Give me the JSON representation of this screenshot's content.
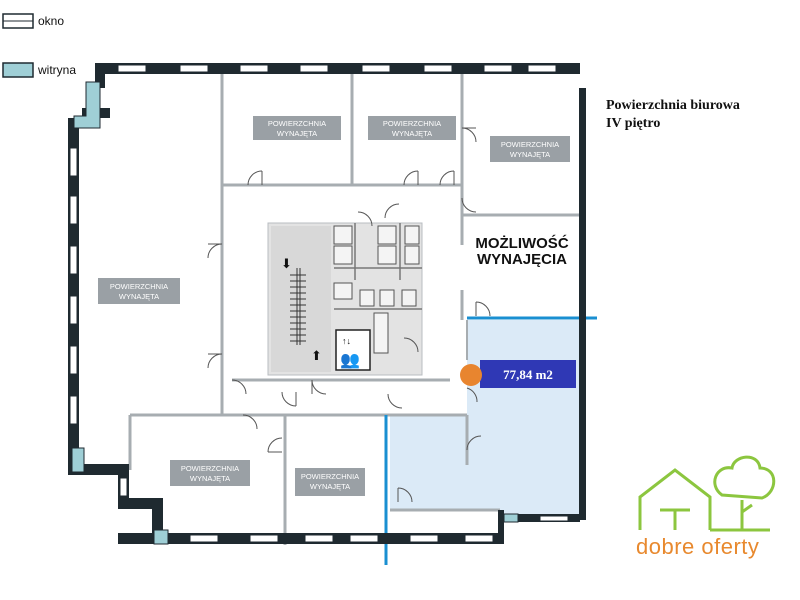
{
  "legend": [
    {
      "label": "okno",
      "fill": "#ffffff"
    },
    {
      "label": "witryna",
      "fill": "#9fcfd6"
    }
  ],
  "title": {
    "line1": "Powierzchnia biurowa",
    "line2": "IV piętro"
  },
  "rooms": [
    {
      "line1": "POWIERZCHNIA",
      "line2": "WYNAJĘTA"
    },
    {
      "line1": "POWIERZCHNIA",
      "line2": "WYNAJĘTA"
    },
    {
      "line1": "POWIERZCHNIA",
      "line2": "WYNAJĘTA"
    },
    {
      "line1": "POWIERZCHNIA",
      "line2": "WYNAJĘTA"
    },
    {
      "line1": "POWIERZCHNIA",
      "line2": "WYNAJĘTA"
    },
    {
      "line1": "POWIERZCHNIA",
      "line2": "WYNAJĘTA"
    }
  ],
  "available": {
    "line1": "MOŻLIWOŚĆ",
    "line2": "WYNAJĘCIA"
  },
  "area_label": "77,84 m2",
  "logo": {
    "text": "dobre oferty"
  },
  "colors": {
    "wall": "#1f2a30",
    "partition": "#a7adb1",
    "highlight": "#dbeaf7",
    "highlight_border": "#1a8fd1",
    "area_badge": "#2f38b5",
    "marker": "#e8852f",
    "room_label_bg": "#9aa0a5",
    "core": "#e3e3e3",
    "logo_green": "#8cc63f",
    "logo_orange": "#e8892e"
  }
}
